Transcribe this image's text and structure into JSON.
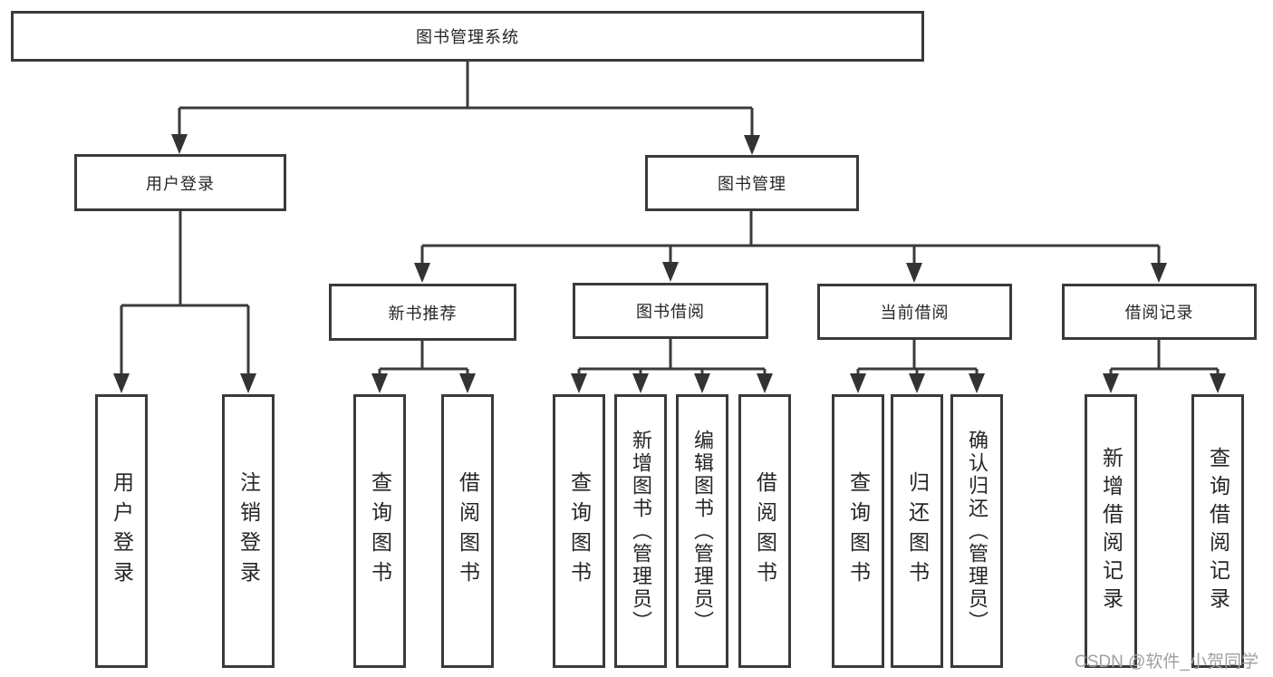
{
  "diagram": {
    "title": "图书管理系统",
    "branches": {
      "user_login": {
        "label": "用户登录",
        "children": [
          {
            "label": "用户登录"
          },
          {
            "label": "注销登录"
          }
        ]
      },
      "book_mgmt": {
        "label": "图书管理",
        "groups": [
          {
            "label": "新书推荐",
            "children": [
              {
                "label": "查询图书"
              },
              {
                "label": "借阅图书"
              }
            ]
          },
          {
            "label": "图书借阅",
            "children": [
              {
                "label": "查询图书"
              },
              {
                "label": "新增图书（管理员）"
              },
              {
                "label": "编辑图书（管理员）"
              },
              {
                "label": "借阅图书"
              }
            ]
          },
          {
            "label": "当前借阅",
            "children": [
              {
                "label": "查询图书"
              },
              {
                "label": "归还图书"
              },
              {
                "label": "确认归还（管理员）"
              }
            ]
          },
          {
            "label": "借阅记录",
            "children": [
              {
                "label": "新增借阅记录"
              },
              {
                "label": "查询借阅记录"
              }
            ]
          }
        ]
      }
    }
  },
  "watermark": {
    "text": "CSDN @软件_小贺同学",
    "color": "#a0a0a0"
  },
  "colors": {
    "line": "#3b3b3b",
    "border": "#3a3a3a",
    "text": "#262626",
    "background": "#ffffff"
  }
}
